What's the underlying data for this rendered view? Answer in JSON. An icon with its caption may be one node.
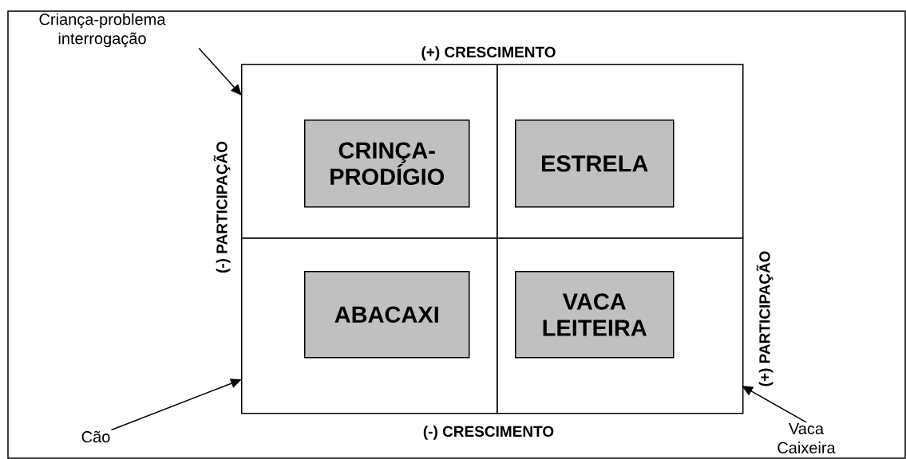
{
  "diagram": {
    "nodes": [
      {
        "text": [
          "Criança-problema interrogação"
        ]
      },
      {
        "text": [],
        "shape": "box"
      },
      {
        "text": [],
        "shape": "box"
      },
      {
        "text": [],
        "shape": "box"
      },
      {
        "text": [],
        "shape": "box"
      },
      {
        "text": [
          "CRINÇA-PRODÍGIO"
        ],
        "in": 1
      },
      {
        "text": [
          "ESTRELA"
        ],
        "in": 2
      },
      {
        "text": [
          "ABACAXI"
        ],
        "in": 3
      },
      {
        "text": [
          "VACA LEITEIRA"
        ],
        "in": 4
      },
      {
        "text": [
          "Cão"
        ]
      },
      {
        "text": [
          "Vaca Caixeira"
        ]
      }
    ],
    "edges": [
      {
        "from": 0,
        "to": 1,
        "arrow": "to"
      },
      {
        "from": 9,
        "to": 3,
        "arrow": "to"
      },
      {
        "from": 10,
        "to": 4,
        "arrow": "to"
      }
    ],
    "labels": [
      "(+) CRESCIMENTO",
      "(-) PARTICIPAÇÃO",
      "(+) PARTICIPAÇÃO",
      "(-) CRESCIMENTO"
    ]
  }
}
